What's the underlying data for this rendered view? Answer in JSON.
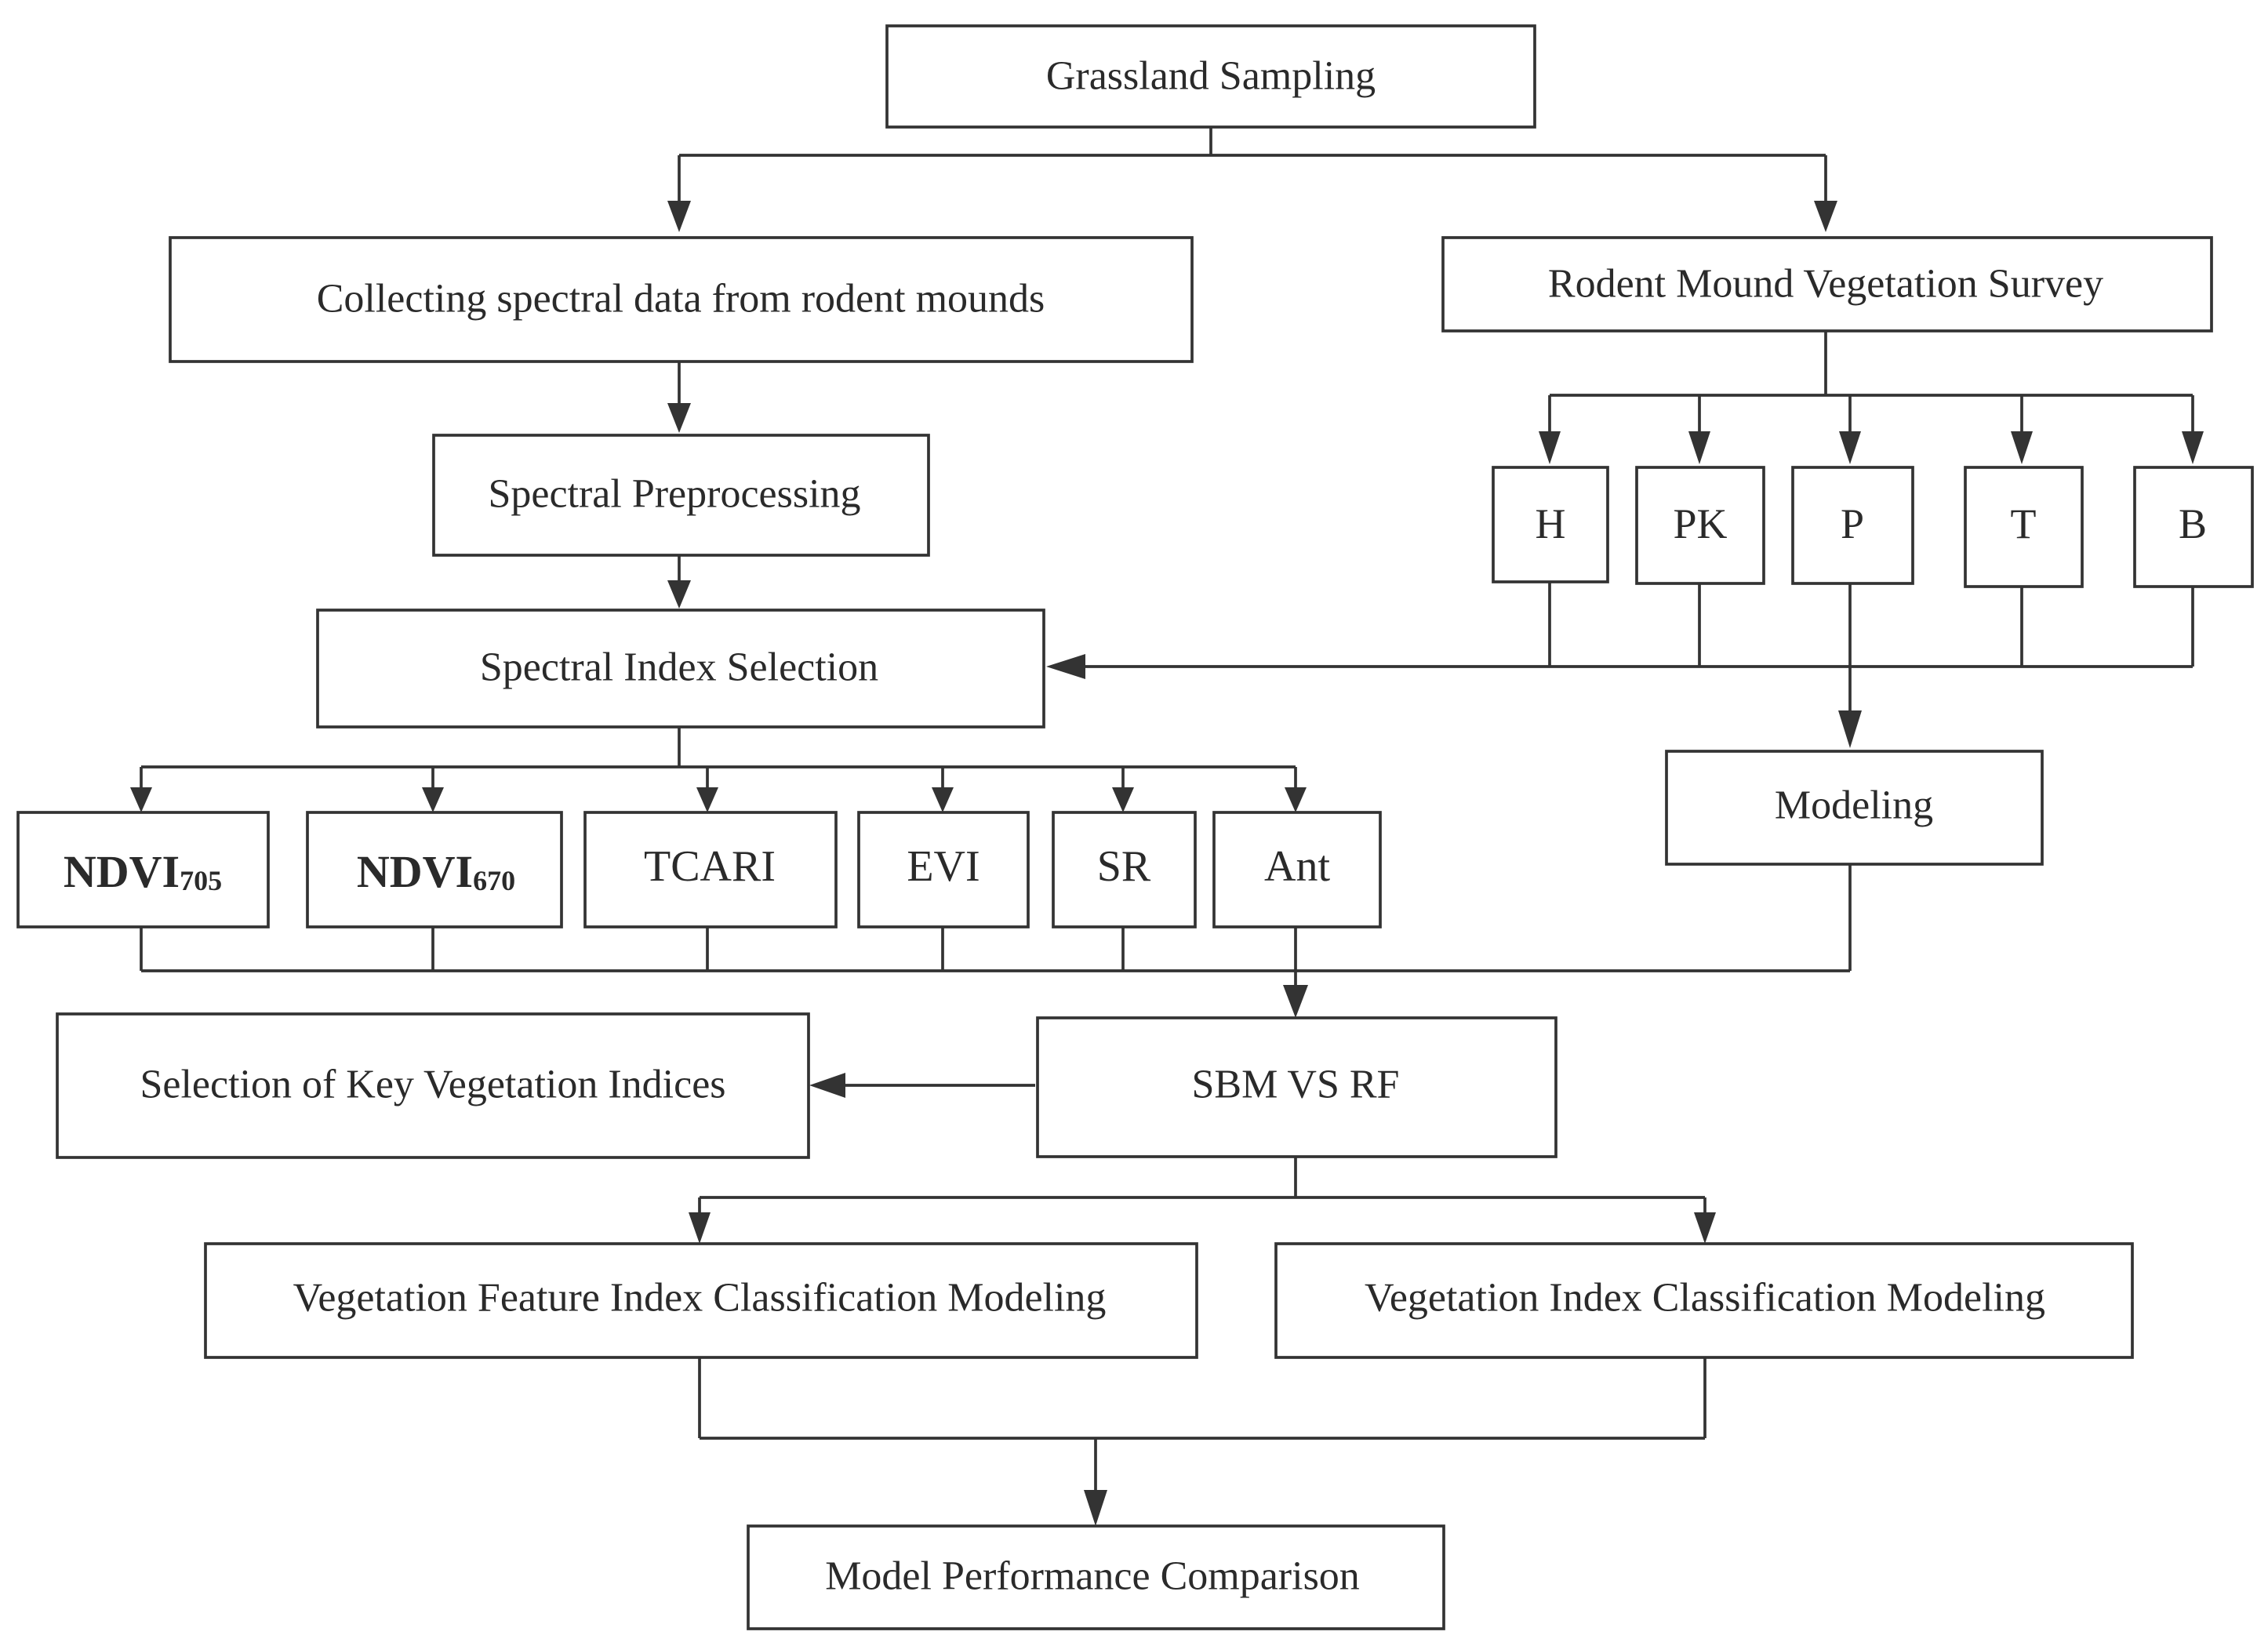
{
  "nodes": {
    "grassland_sampling": "Grassland Sampling",
    "collecting_spectral": "Collecting spectral data from rodent mounds",
    "rodent_survey": "Rodent Mound Vegetation Survey",
    "spectral_preprocessing": "Spectral Preprocessing",
    "spectral_index_selection": "Spectral Index Selection",
    "h": "H",
    "pk": "PK",
    "p": "P",
    "t": "T",
    "b": "B",
    "modeling": "Modeling",
    "ndvi705_main": "NDVI",
    "ndvi705_sub": "705",
    "ndvi670_main": "NDVI",
    "ndvi670_sub": "670",
    "tcari": "TCARI",
    "evi": "EVI",
    "sr": "SR",
    "ant": "Ant",
    "key_indices": "Selection of Key Vegetation Indices",
    "sbm_vs_rf": "SBM VS RF",
    "feature_index_modeling": "Vegetation Feature Index Classification Modeling",
    "index_modeling": "Vegetation Index Classification Modeling",
    "model_comparison": "Model Performance Comparison"
  }
}
